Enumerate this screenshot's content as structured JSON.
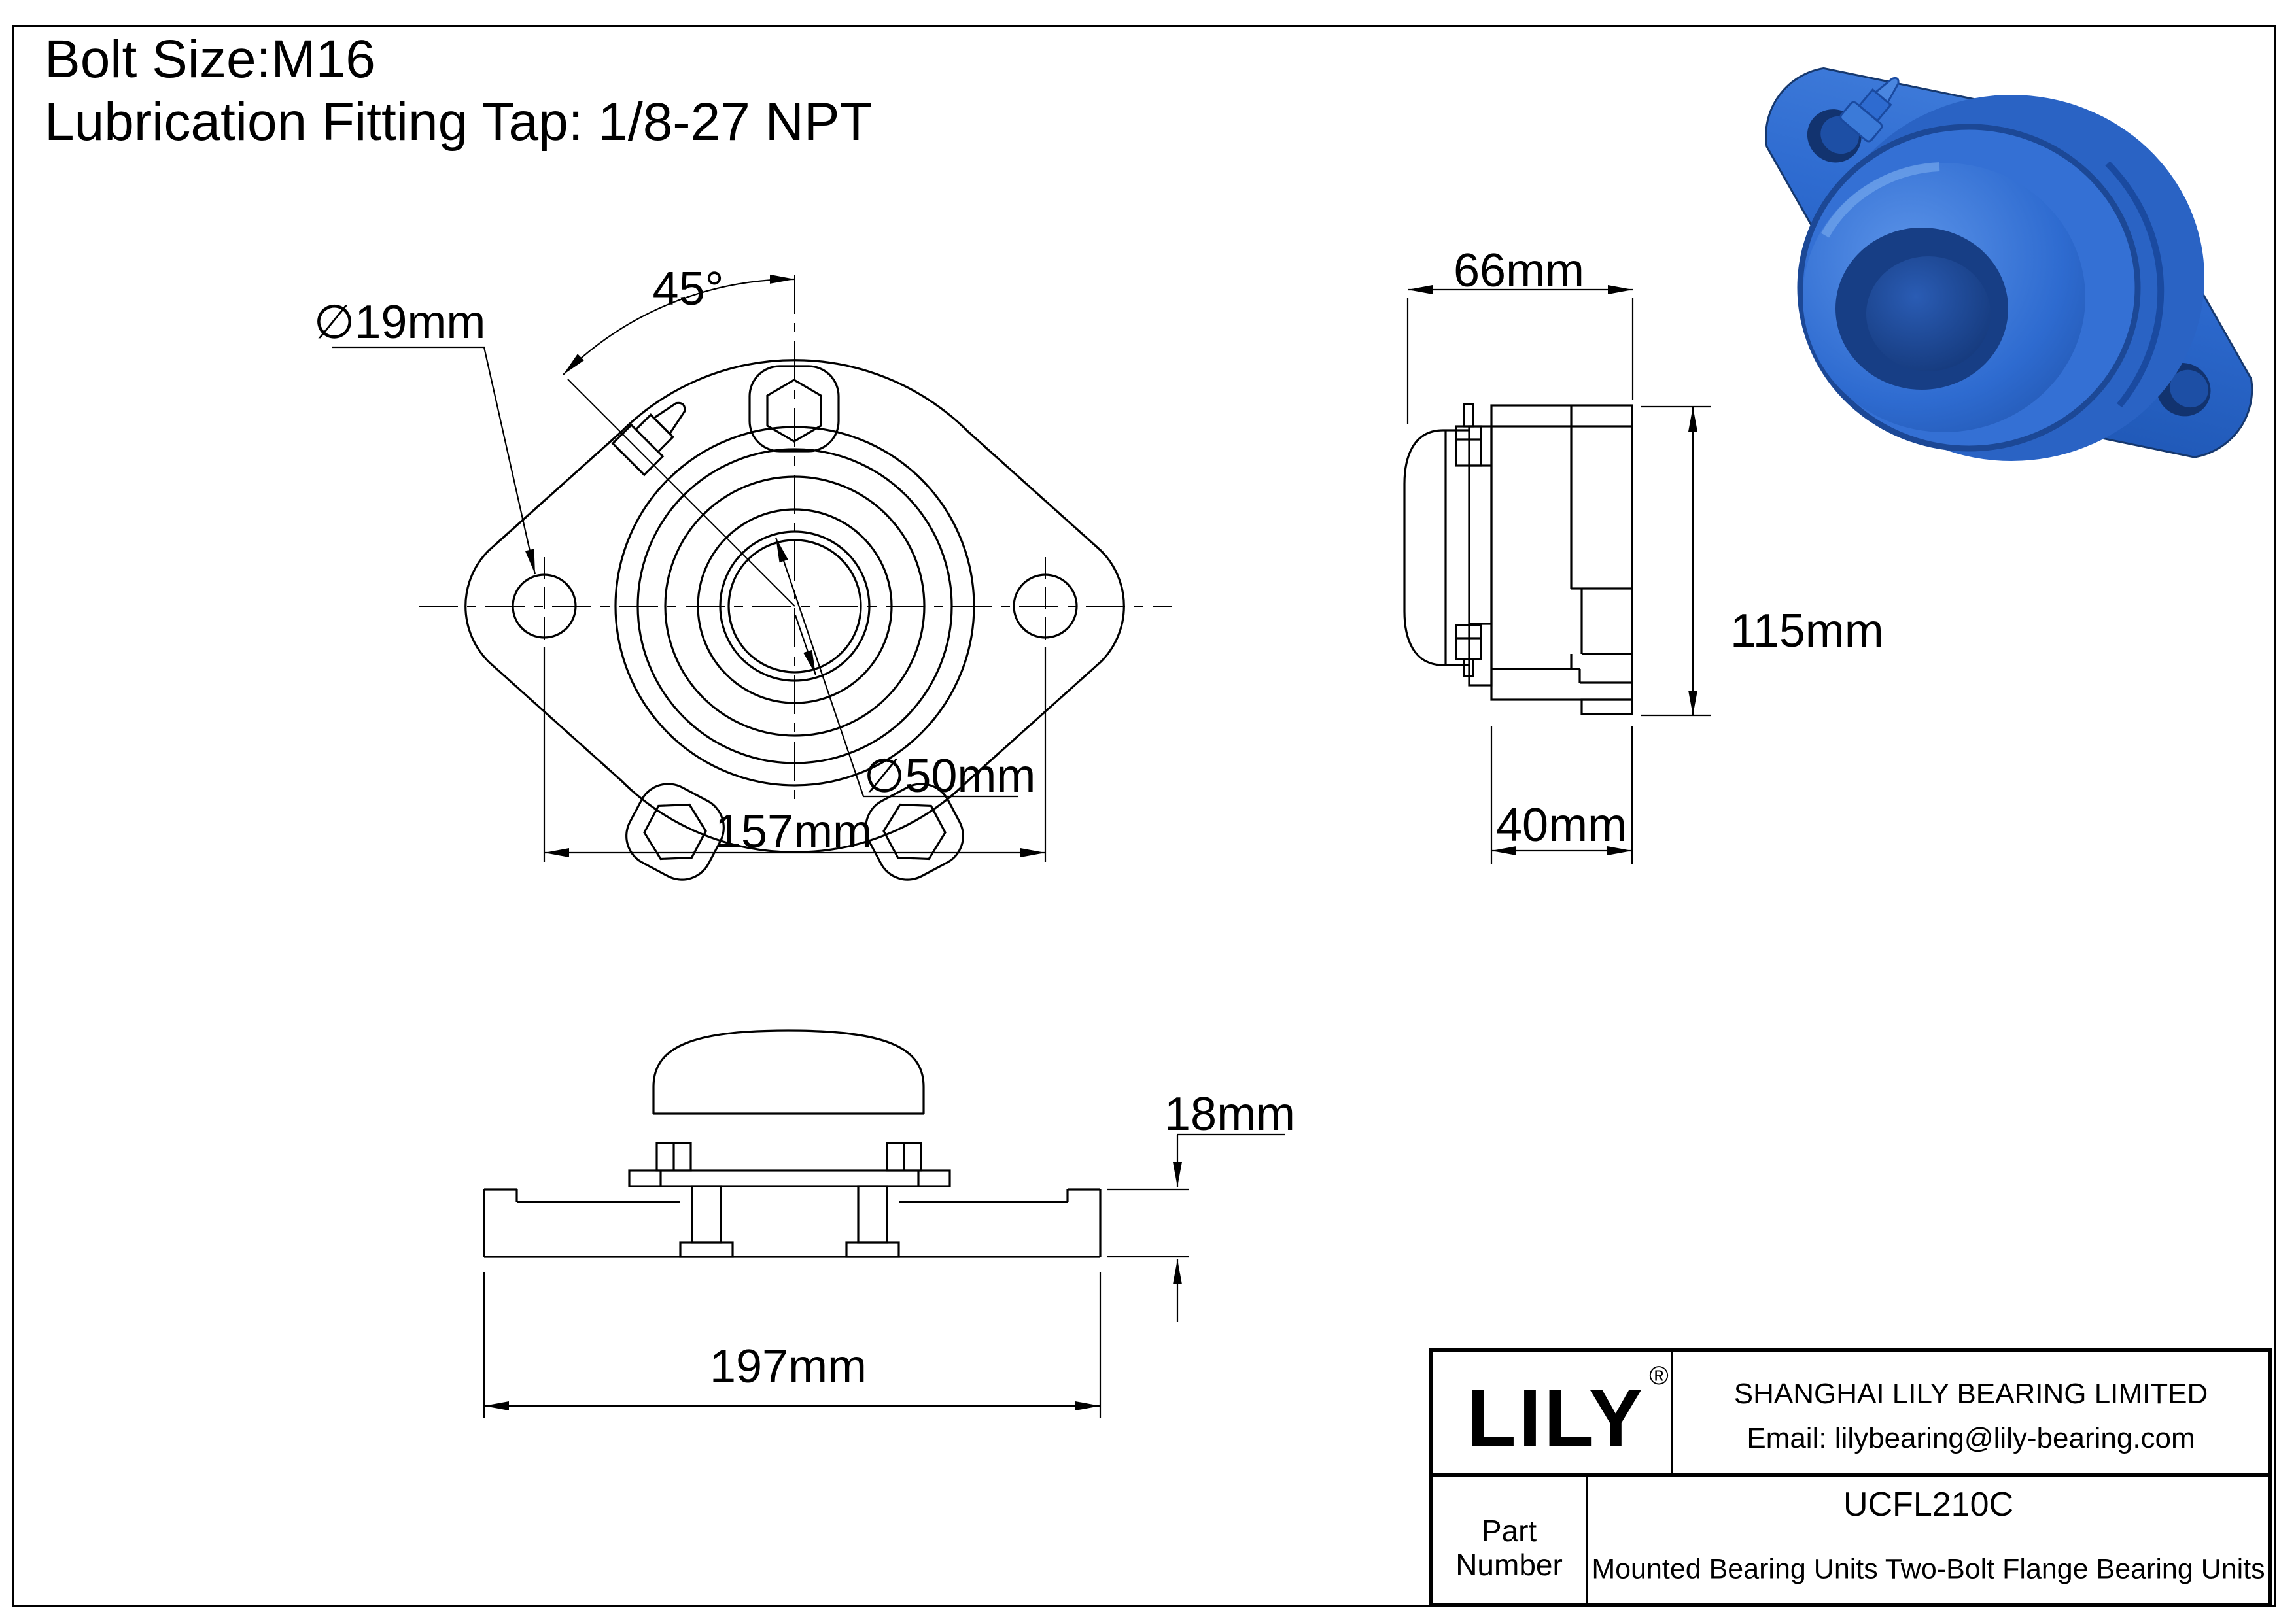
{
  "header": {
    "line1": "Bolt Size:M16",
    "line2": "Lubrication Fitting Tap: 1/8-27 NPT"
  },
  "front_view": {
    "angle": "45°",
    "bolt_hole_diameter": "∅19mm",
    "bore_diameter": "∅50mm",
    "bolt_spacing": "157mm"
  },
  "side_view": {
    "width": "66mm",
    "height": "115mm",
    "depth": "40mm"
  },
  "bottom_view": {
    "flange_thickness": "18mm",
    "total_length": "197mm"
  },
  "title_block": {
    "logo": "LILY",
    "registered_mark": "®",
    "company": "SHANGHAI LILY BEARING LIMITED",
    "email": "Email: lilybearing@lily-bearing.com",
    "part_label_line1": "Part",
    "part_label_line2": "Number",
    "part_number": "UCFL210C",
    "description": "Mounted Bearing Units Two-Bolt Flange Bearing Units"
  },
  "colors": {
    "line": "#000000",
    "render_blue": "#2e6bd0",
    "render_blue_light": "#4a86e0",
    "render_blue_dark": "#1a4aa0",
    "render_blue_deep": "#10316e"
  }
}
